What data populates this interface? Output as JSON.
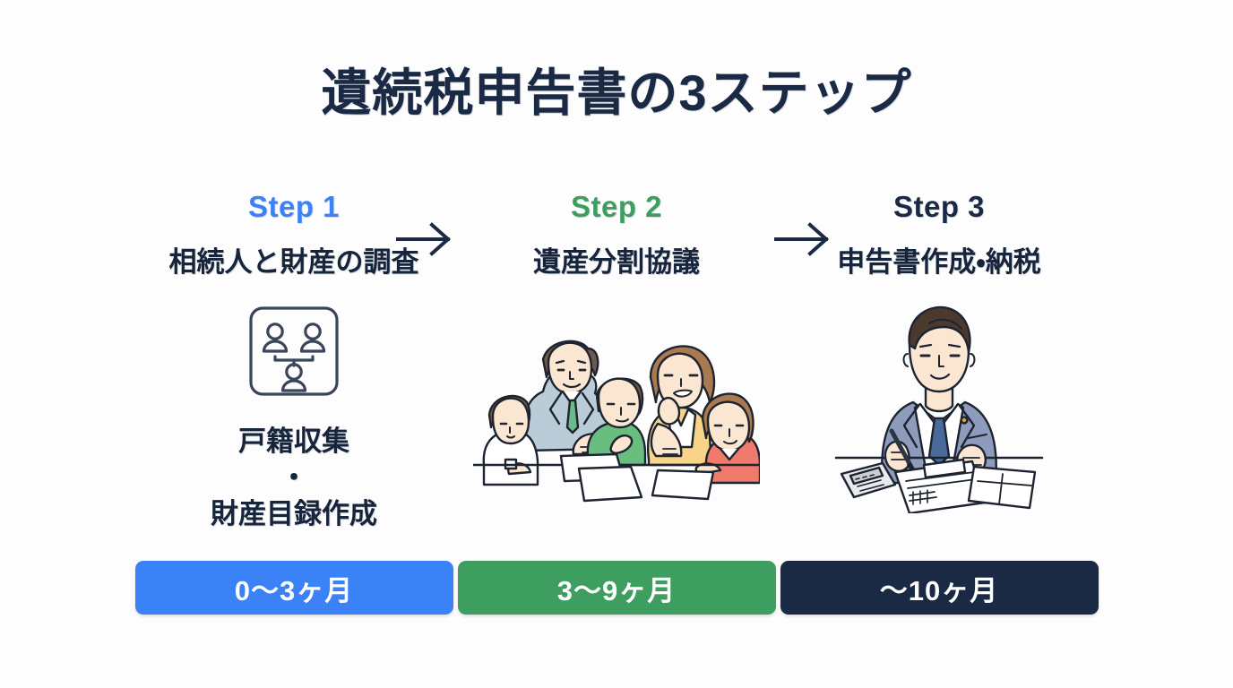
{
  "page": {
    "title": "遺続税申告書の3ステップ",
    "background_color": "#fdfdfd"
  },
  "colors": {
    "step1_accent": "#3b82f6",
    "step2_accent": "#3d9e5f",
    "step3_accent": "#1b2a44",
    "heading_text": "#16243c"
  },
  "steps": [
    {
      "label": "Step 1",
      "heading": "相続人と財産の調査",
      "illustration": "family-tree-chart-icon",
      "caption_line1": "戸籍収集",
      "caption_separator": "・",
      "caption_line2": "財産目録作成",
      "badge": "0〜3ヶ月",
      "badge_color": "#3b82f6"
    },
    {
      "label": "Step 2",
      "heading": "遺産分割協議",
      "illustration": "family-meeting-around-table-illustration",
      "caption_line1": "",
      "caption_separator": "",
      "caption_line2": "",
      "badge": "3〜9ヶ月",
      "badge_color": "#3d9e5f"
    },
    {
      "label": "Step 3",
      "heading": "申告書作成・納税",
      "illustration": "tax-accountant-at-desk-illustration",
      "caption_line1": "",
      "caption_separator": "",
      "caption_line2": "",
      "badge": "〜10ヶ月",
      "badge_color": "#1b2a44"
    }
  ],
  "arrows": [
    {
      "name": "arrow-right-icon"
    },
    {
      "name": "arrow-right-icon"
    }
  ]
}
